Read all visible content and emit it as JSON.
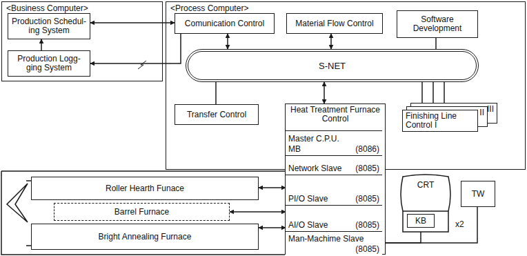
{
  "diagram": {
    "nodes": [
      {
        "text": [
          "<Business Computer>"
        ]
      },
      {
        "text": [
          "Production Schedul- ing System"
        ],
        "in": 0
      },
      {
        "text": [
          "Production Logg- ging System"
        ],
        "in": 0
      },
      {
        "text": [
          "<Process Computer>"
        ]
      },
      {
        "text": [
          "Comunication Control"
        ],
        "in": 3
      },
      {
        "text": [
          "Material Flow Control"
        ],
        "in": 3
      },
      {
        "text": [
          "Software Development"
        ],
        "in": 3
      },
      {
        "text": [
          "S-NET"
        ],
        "in": 3
      },
      {
        "text": [
          "Transfer Control"
        ],
        "in": 3
      },
      {
        "text": [
          "Heat Treatment Furnace Control"
        ]
      },
      {
        "text": [
          "Master C.P.U.",
          "MB",
          "(8086)"
        ],
        "in": 9
      },
      {
        "text": [
          "Network Slave",
          "(8085)"
        ],
        "in": 9
      },
      {
        "text": [
          "PI/O Slave",
          "(8085)"
        ],
        "in": 9
      },
      {
        "text": [
          "AI/O Slave",
          "(8085)"
        ],
        "in": 9
      },
      {
        "text": [
          "Man-Machime Slave",
          "(8085)"
        ],
        "in": 9
      },
      {
        "text": [
          "Finishing Line Control I"
        ],
        "in": 3
      },
      {
        "text": [
          "II"
        ],
        "in": 3
      },
      {
        "text": [
          "III"
        ],
        "in": 3
      },
      {
        "text": [
          "CRT"
        ]
      },
      {
        "text": [
          "KB"
        ],
        "in": 18
      },
      {
        "text": [
          "TW"
        ]
      },
      {
        "text": [
          "Roller Hearth Funace"
        ]
      },
      {
        "text": [
          "Barrel Furnace"
        ]
      },
      {
        "text": [
          "Bright Annealing Furnace"
        ]
      }
    ],
    "edges": [
      {
        "from": 2,
        "to": 1,
        "arrow": "to"
      },
      {
        "from": 1,
        "to": 4,
        "arrow": "both"
      },
      {
        "from": 4,
        "to": 2,
        "arrow": "to"
      },
      {
        "from": 4,
        "to": 7,
        "arrow": "both"
      },
      {
        "from": 5,
        "to": 7,
        "arrow": "both"
      },
      {
        "from": 6,
        "to": 7,
        "arrow": "none"
      },
      {
        "from": 8,
        "to": 7,
        "arrow": "none"
      },
      {
        "from": 9,
        "to": 7,
        "arrow": "both"
      },
      {
        "from": 15,
        "to": 7,
        "arrow": "none"
      },
      {
        "from": 16,
        "to": 7,
        "arrow": "none"
      },
      {
        "from": 17,
        "to": 7,
        "arrow": "none"
      },
      {
        "from": 14,
        "to": 19,
        "arrow": "none"
      },
      {
        "from": 14,
        "to": 20,
        "arrow": "none"
      },
      {
        "from": 21,
        "to": 12,
        "arrow": "both"
      },
      {
        "from": 22,
        "to": 13,
        "arrow": "both"
      },
      {
        "from": 23,
        "to": 13,
        "arrow": "both"
      }
    ],
    "labels": [
      "x2"
    ]
  }
}
